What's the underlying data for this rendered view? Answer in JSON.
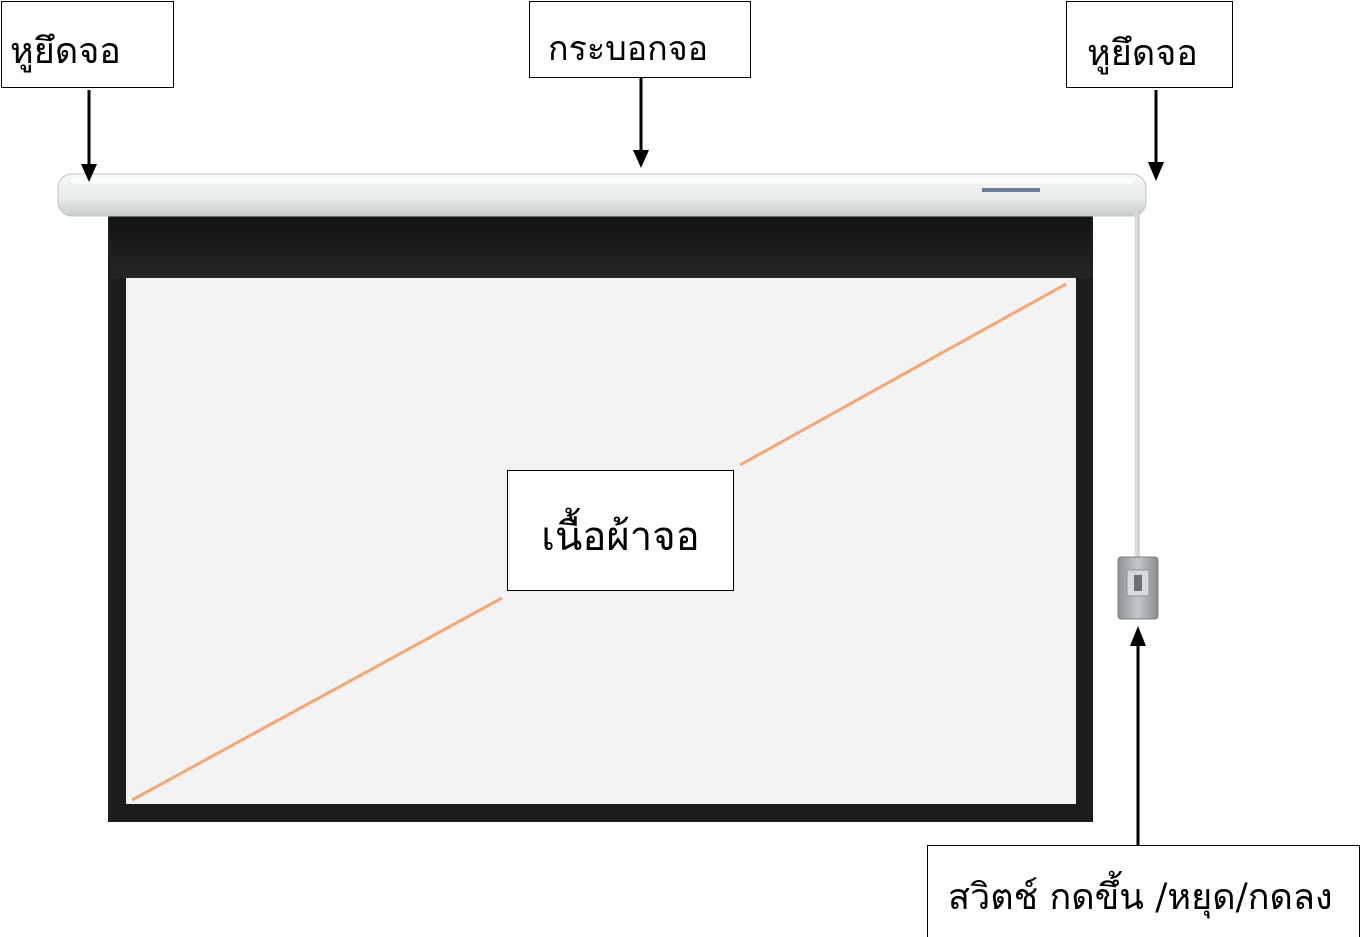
{
  "labels": {
    "bracket_left": "หูยึดจอ",
    "case": "กระบอกจอ",
    "bracket_right": "หูยึดจอ",
    "fabric": "เนื้อผ้าจอ",
    "switch": "สวิตช์ กดขึ้น /หยุด/กดลง"
  },
  "colors": {
    "frame": "#1c1c1c",
    "fabric": "#f3f3f3",
    "case": "#eceeee",
    "diagonal": "#f3a774",
    "arrow": "#000000"
  }
}
